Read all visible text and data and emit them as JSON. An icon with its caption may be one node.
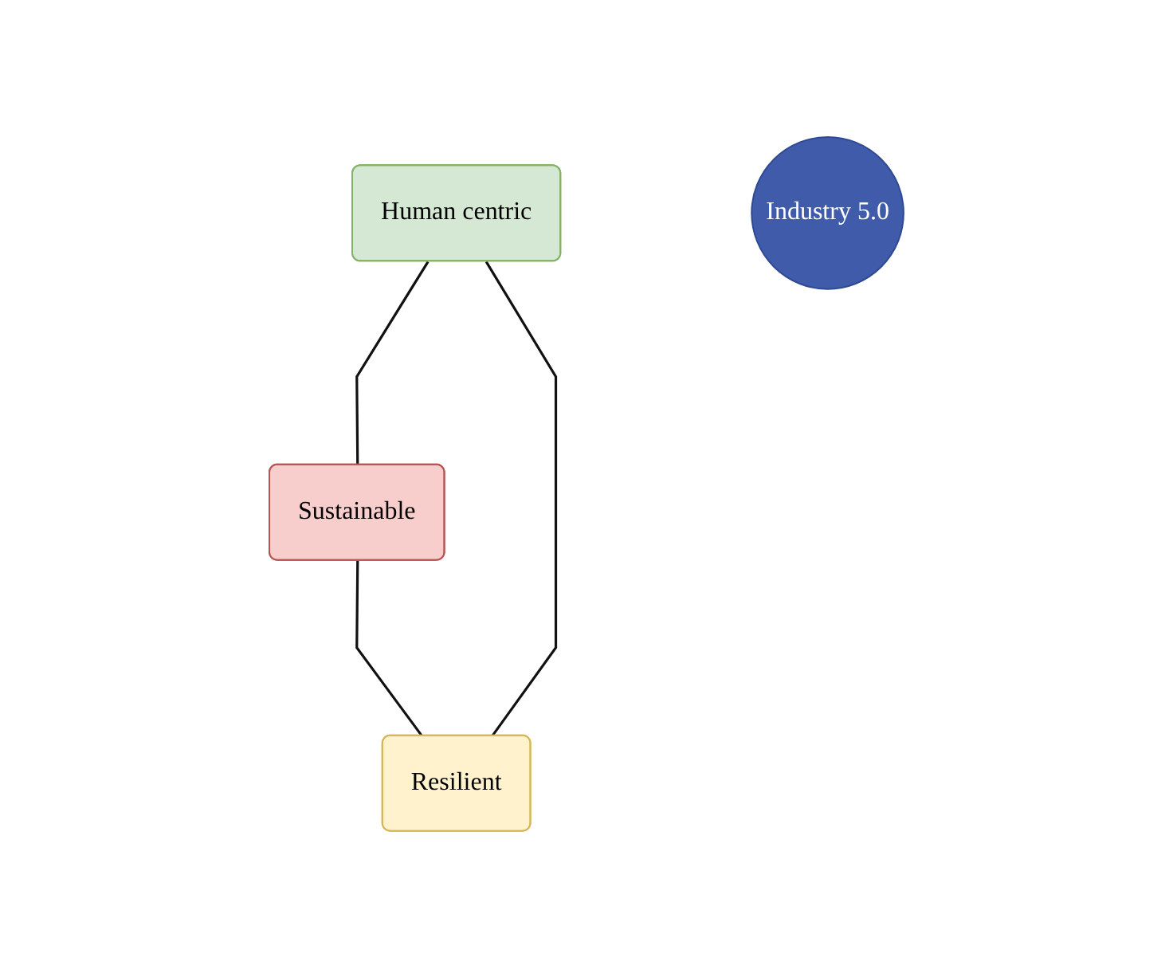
{
  "diagram": {
    "nodes": [
      {
        "text": [
          "Human centric"
        ]
      },
      {
        "text": [
          "Industry 5.0"
        ]
      },
      {
        "text": [
          "Resilient"
        ]
      },
      {
        "text": [
          "Sustainable"
        ]
      }
    ],
    "edges": [
      {
        "from": 0,
        "to": 3,
        "arrow": "none"
      },
      {
        "from": 3,
        "to": 2,
        "arrow": "none"
      },
      {
        "from": 2,
        "to": 0,
        "arrow": "none"
      }
    ]
  }
}
